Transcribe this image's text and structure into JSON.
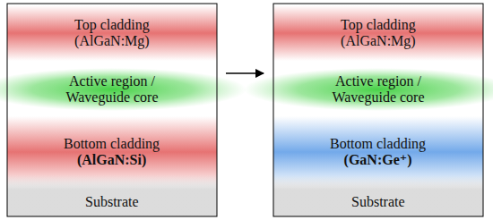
{
  "diagram": {
    "nodes": [
      {
        "text": [
          "Top cladding",
          "(AlGaN:Mg)"
        ]
      },
      {
        "text": [
          "Active region / Waveguide core"
        ]
      },
      {
        "text": [
          "Bottom cladding",
          "(AlGaN:Si)"
        ]
      },
      {
        "text": [
          "Substrate"
        ]
      },
      {
        "text": [
          "Top cladding",
          "(AlGaN:Mg)"
        ]
      },
      {
        "text": [
          "Active region / Waveguide core"
        ]
      },
      {
        "text": [
          "Bottom cladding",
          "(GaN:Ge⁺)"
        ]
      },
      {
        "text": [
          "Substrate"
        ]
      }
    ]
  }
}
